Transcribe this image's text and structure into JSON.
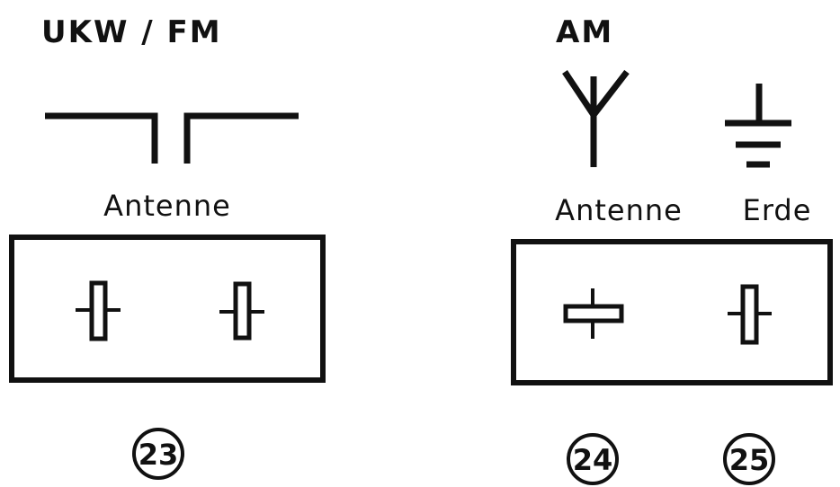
{
  "fm_section": {
    "heading": "UKW / FM",
    "symbol": "dipole-antenna-icon",
    "caption": "Antenne",
    "terminals": [
      "vertical-slot-socket-icon",
      "vertical-slot-socket-icon"
    ],
    "callout": "23"
  },
  "am_section": {
    "heading": "AM",
    "antenna": {
      "symbol": "am-antenna-icon",
      "caption": "Antenne",
      "terminal": "horizontal-slot-socket-icon",
      "callout": "24"
    },
    "ground": {
      "symbol": "ground-icon",
      "caption": "Erde",
      "terminal": "vertical-slot-socket-icon",
      "callout": "25"
    }
  },
  "colors": {
    "ink": "#111111",
    "background": "#ffffff"
  }
}
